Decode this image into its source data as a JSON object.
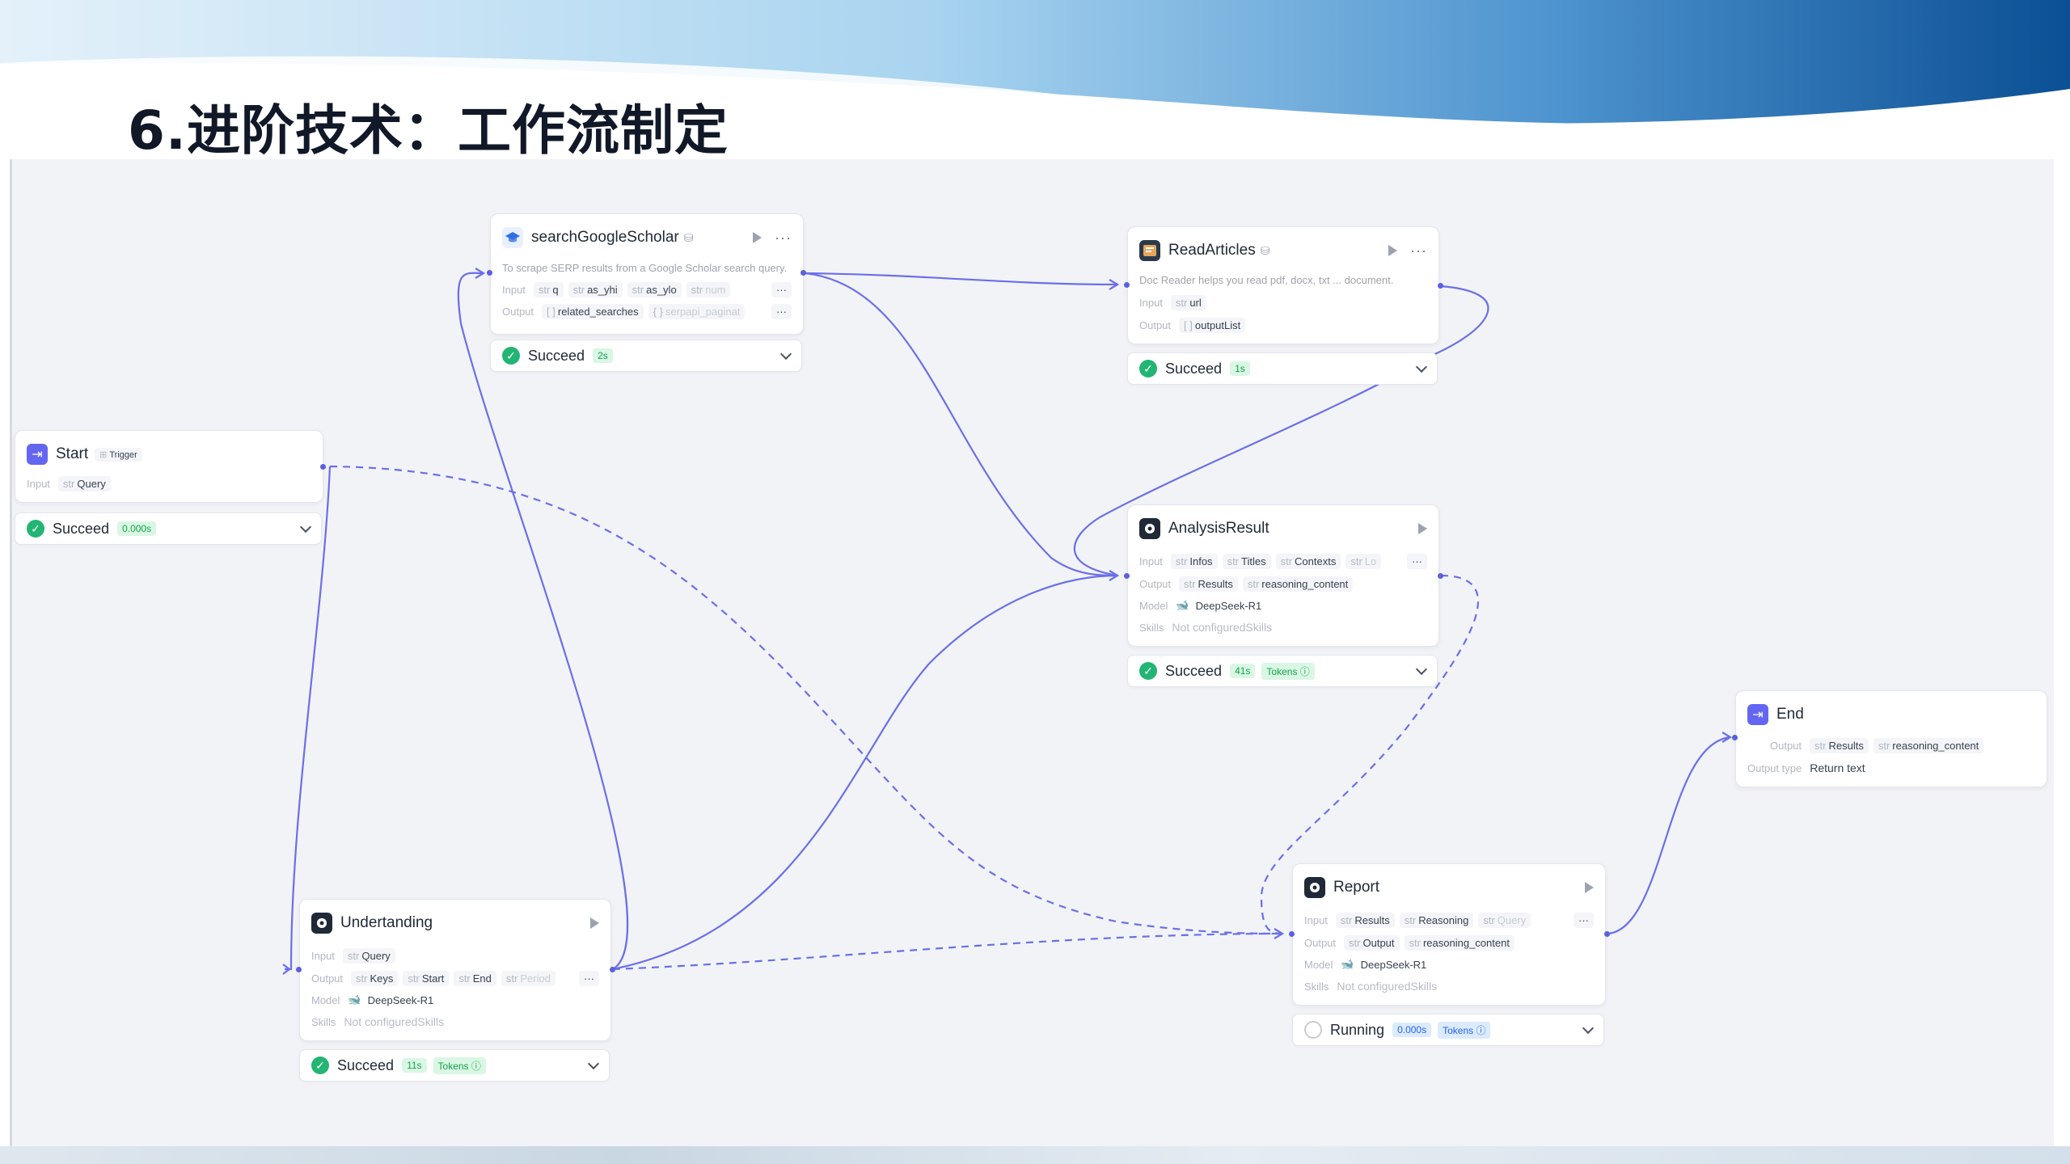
{
  "slide": {
    "title": "6.进阶技术：工作流制定"
  },
  "colors": {
    "edge": "#6366f1",
    "success": "#22b573",
    "banner_dark": "#0d5ea6",
    "banner_light": "#bcdff5"
  },
  "nodes": {
    "scholar": {
      "title": "searchGoogleScholar",
      "icon": "scholar-cap-icon",
      "description": "To scrape SERP results from a Google Scholar search query.",
      "input_label": "Input",
      "inputs": [
        {
          "type": "str",
          "name": "q"
        },
        {
          "type": "str",
          "name": "as_yhi"
        },
        {
          "type": "str",
          "name": "as_ylo"
        },
        {
          "type": "str",
          "name": "num"
        }
      ],
      "output_label": "Output",
      "outputs": [
        {
          "type": "[ ]",
          "name": "related_searches"
        },
        {
          "type": "{ }",
          "name": "serpapi_paginat"
        }
      ],
      "status": "Succeed",
      "time": "2s"
    },
    "read": {
      "title": "ReadArticles",
      "icon": "doc-reader-icon",
      "description": "Doc Reader helps you read pdf, docx, txt ... document.",
      "input_label": "Input",
      "inputs": [
        {
          "type": "str",
          "name": "url"
        }
      ],
      "output_label": "Output",
      "outputs": [
        {
          "type": "[ ]",
          "name": "outputList"
        }
      ],
      "status": "Succeed",
      "time": "1s"
    },
    "start": {
      "title": "Start",
      "trigger": "Trigger",
      "input_label": "Input",
      "inputs": [
        {
          "type": "str",
          "name": "Query"
        }
      ],
      "status": "Succeed",
      "time": "0.000s"
    },
    "analysis": {
      "title": "AnalysisResult",
      "input_label": "Input",
      "inputs": [
        {
          "type": "str",
          "name": "Infos"
        },
        {
          "type": "str",
          "name": "Titles"
        },
        {
          "type": "str",
          "name": "Contexts"
        },
        {
          "type": "str",
          "name": "Lo"
        }
      ],
      "output_label": "Output",
      "outputs": [
        {
          "type": "str",
          "name": "Results"
        },
        {
          "type": "str",
          "name": "reasoning_content"
        }
      ],
      "model_label": "Model",
      "model": "DeepSeek-R1",
      "skills_label": "Skills",
      "skills": "Not configuredSkills",
      "status": "Succeed",
      "time": "41s",
      "tokens": "Tokens ⓘ"
    },
    "end": {
      "title": "End",
      "output_label": "Output",
      "outputs": [
        {
          "type": "str",
          "name": "Results"
        },
        {
          "type": "str",
          "name": "reasoning_content"
        }
      ],
      "output_type_label": "Output type",
      "output_type": "Return text"
    },
    "understanding": {
      "title": "Undertanding",
      "input_label": "Input",
      "inputs": [
        {
          "type": "str",
          "name": "Query"
        }
      ],
      "output_label": "Output",
      "outputs": [
        {
          "type": "str",
          "name": "Keys"
        },
        {
          "type": "str",
          "name": "Start"
        },
        {
          "type": "str",
          "name": "End"
        },
        {
          "type": "str",
          "name": "Period"
        }
      ],
      "model_label": "Model",
      "model": "DeepSeek-R1",
      "skills_label": "Skills",
      "skills": "Not configuredSkills",
      "status": "Succeed",
      "time": "11s",
      "tokens": "Tokens ⓘ"
    },
    "report": {
      "title": "Report",
      "input_label": "Input",
      "inputs": [
        {
          "type": "str",
          "name": "Results"
        },
        {
          "type": "str",
          "name": "Reasoning"
        },
        {
          "type": "str",
          "name": "Query"
        }
      ],
      "output_label": "Output",
      "outputs": [
        {
          "type": "str",
          "name": "Output"
        },
        {
          "type": "str",
          "name": "reasoning_content"
        }
      ],
      "model_label": "Model",
      "model": "DeepSeek-R1",
      "skills_label": "Skills",
      "skills": "Not configuredSkills",
      "status": "Running",
      "time": "0.000s",
      "tokens": "Tokens ⓘ"
    }
  }
}
